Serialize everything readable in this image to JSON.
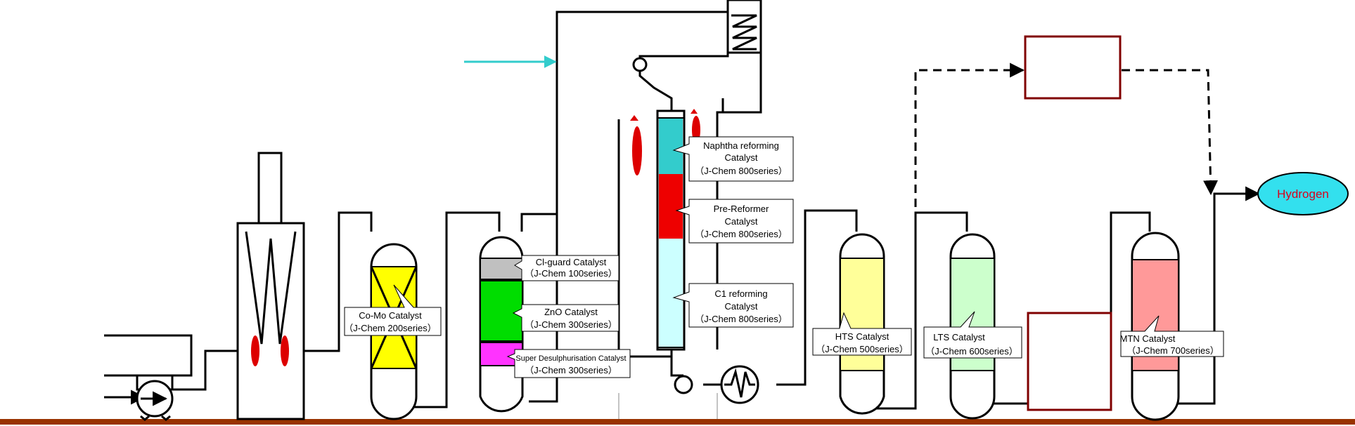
{
  "catalysts": {
    "como": {
      "line1": "Co-Mo Catalyst",
      "line2": "（J-Chem 200series）",
      "color": "#ffff00"
    },
    "clguard": {
      "line1": "Cl-guard Catalyst",
      "line2": "（J-Chem 100series）",
      "color": "#c0c0c0"
    },
    "zno": {
      "line1": "ZnO Catalyst",
      "line2": "（J-Chem 300series）",
      "color": "#00dd00"
    },
    "superdesulph": {
      "line1": "Super Desulphurisation Catalyst",
      "line2": "（J-Chem 300series）",
      "color": "#ff33ff"
    },
    "naphtha": {
      "line1": "Naphtha reforming",
      "line2": "Catalyst",
      "line3": "（J-Chem 800series）",
      "color": "#33cccc"
    },
    "prereformer": {
      "line1": "Pre-Reformer",
      "line2": "Catalyst",
      "line3": "（J-Chem 800series）",
      "color": "#ee0000"
    },
    "c1": {
      "line1": "C1 reforming",
      "line2": "Catalyst",
      "line3": "（J-Chem 800series）",
      "color": "#ccffff"
    },
    "hts": {
      "line1": "HTS Catalyst",
      "line2": "（J-Chem 500series）",
      "color": "#ffff99"
    },
    "lts": {
      "line1": "LTS Catalyst",
      "line2": "（J-Chem 600series）",
      "color": "#ccffcc"
    },
    "mtn": {
      "line1": "MTN Catalyst",
      "line2": "（J-Chem 700series）",
      "color": "#ff9999"
    }
  },
  "product": {
    "label": "Hydrogen",
    "fill": "#33e0ee",
    "text_color": "#d8001c"
  },
  "colors": {
    "pipe": "#000000",
    "ground": "#993300",
    "feed_arrow": "#33cccc",
    "psa_box": "#800000",
    "burner_flame": "#dd0000"
  }
}
